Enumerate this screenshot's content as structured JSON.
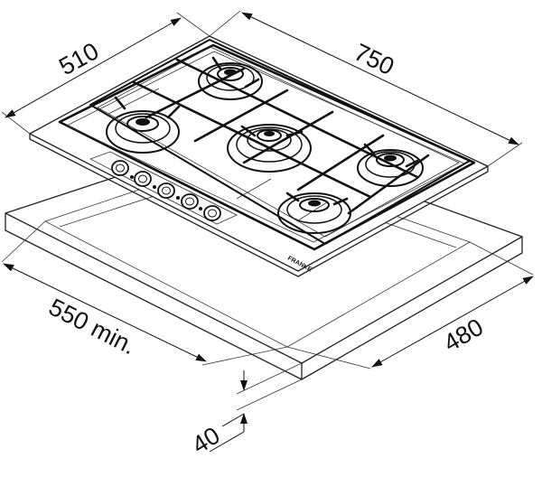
{
  "dimensions": {
    "width_label": "750",
    "depth_label": "510",
    "cutout_width_label": "550 min.",
    "cutout_depth_label": "480",
    "worktop_thickness_label": "40"
  },
  "appliance": {
    "brand_mark": "FRANKE",
    "knob_count": 5,
    "burner_count": 5
  }
}
